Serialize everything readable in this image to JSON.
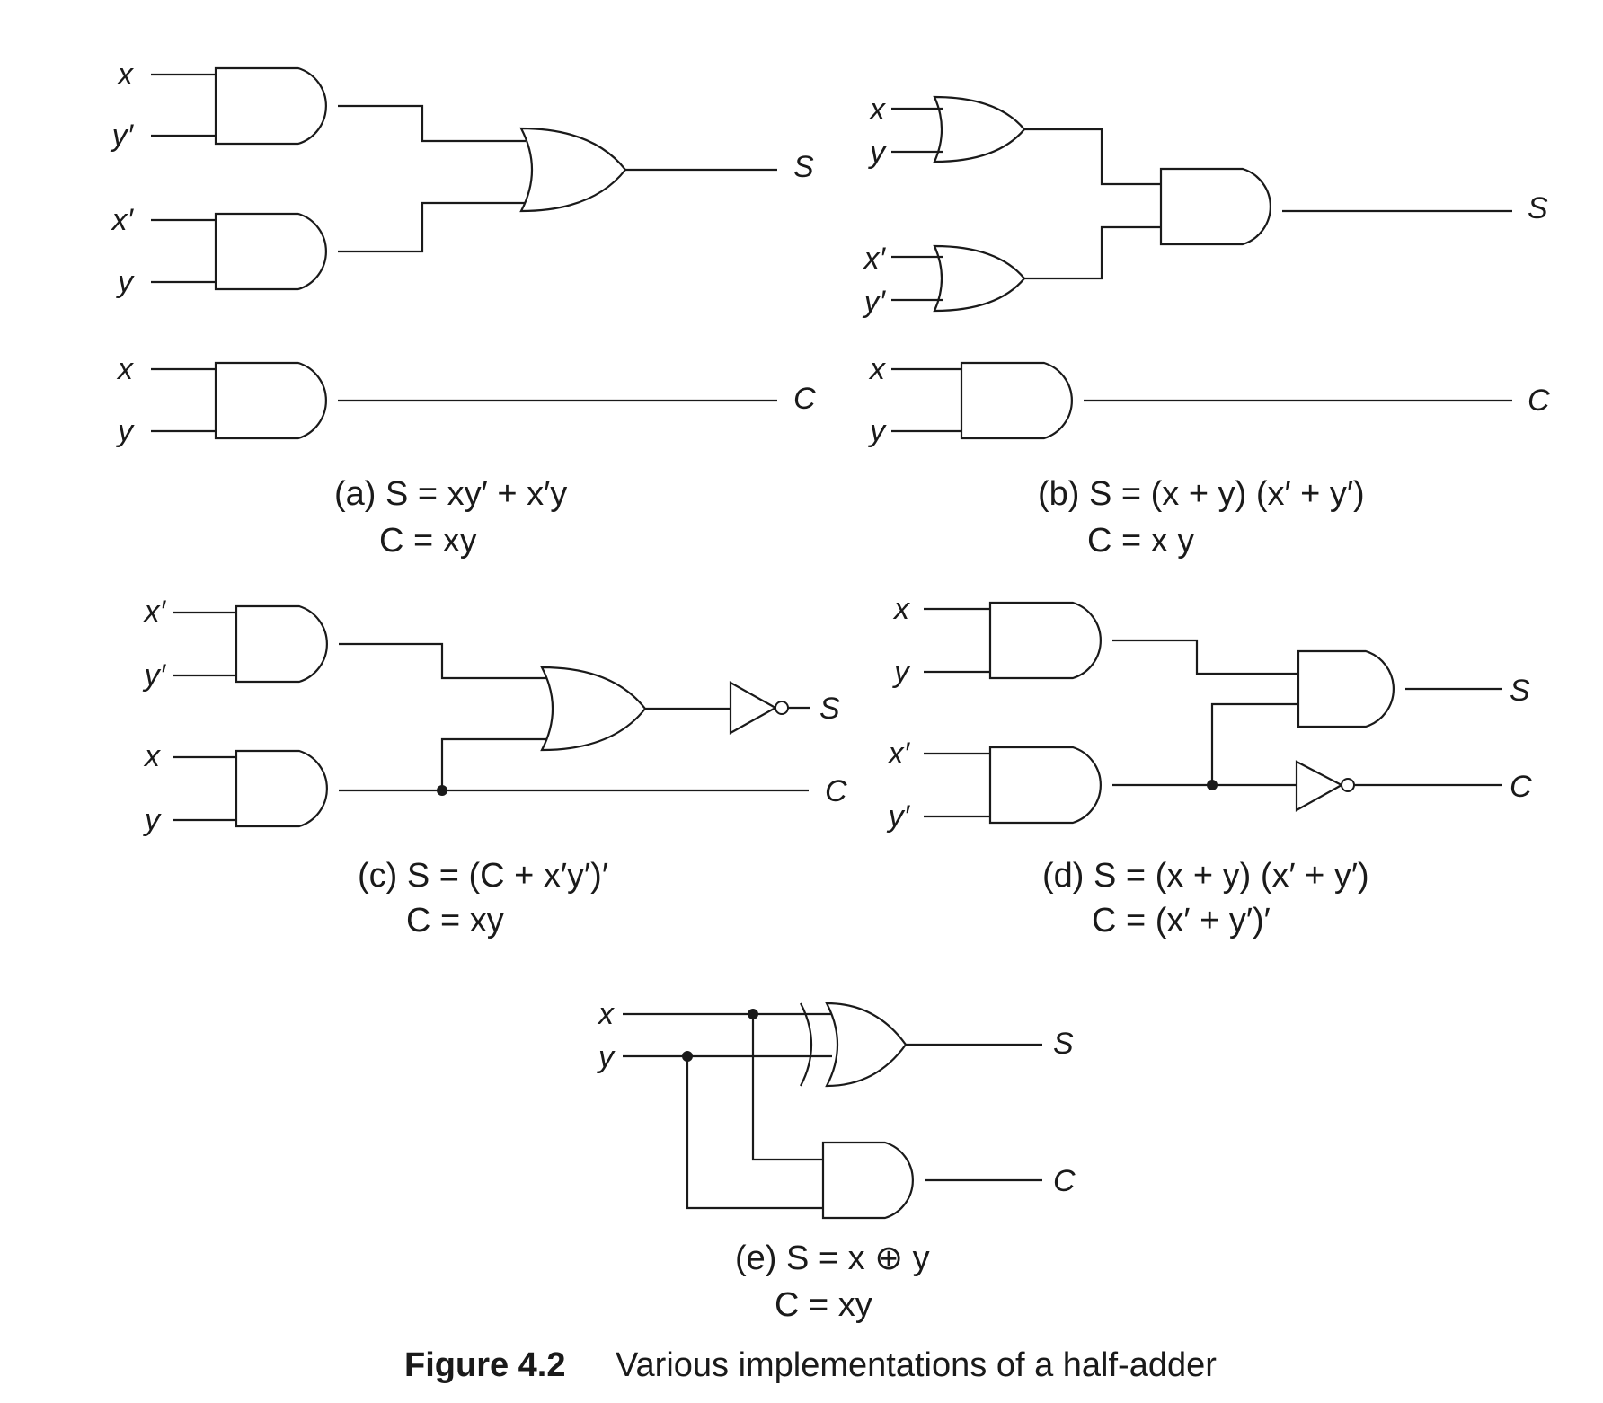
{
  "diagrams": {
    "a": {
      "inputs": [
        "x",
        "y′",
        "x′",
        "y",
        "x",
        "y"
      ],
      "outputs": [
        "S",
        "C"
      ],
      "caption_line1": "(a) S = xy′ + x′y",
      "caption_line2": "C = xy"
    },
    "b": {
      "inputs": [
        "x",
        "y",
        "x′",
        "y′",
        "x",
        "y"
      ],
      "outputs": [
        "S",
        "C"
      ],
      "caption_line1": "(b) S = (x + y) (x′ + y′)",
      "caption_line2": "C = x y"
    },
    "c": {
      "inputs": [
        "x′",
        "y′",
        "x",
        "y"
      ],
      "outputs": [
        "S",
        "C"
      ],
      "caption_line1": "(c) S = (C + x′y′)′",
      "caption_line2": "C = xy"
    },
    "d": {
      "inputs": [
        "x",
        "y",
        "x′",
        "y′"
      ],
      "outputs": [
        "S",
        "C"
      ],
      "caption_line1": "(d) S = (x + y) (x′ + y′)",
      "caption_line2": "C = (x′ +  y′)′"
    },
    "e": {
      "inputs": [
        "x",
        "y"
      ],
      "outputs": [
        "S",
        "C"
      ],
      "caption_line1": "(e) S = x ⊕ y",
      "caption_line2": "C = xy"
    }
  },
  "figure_caption": {
    "number": "Figure 4.2",
    "text": "Various implementations of a half-adder"
  }
}
